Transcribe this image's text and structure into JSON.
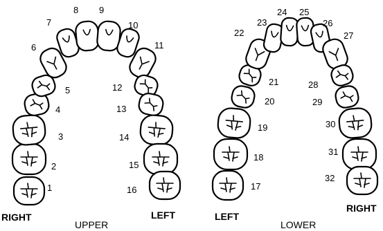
{
  "upper_arch": {
    "title": "UPPER",
    "right_label": "RIGHT",
    "left_label": "LEFT",
    "teeth": [
      {
        "number": "1",
        "type": "molar"
      },
      {
        "number": "2",
        "type": "molar"
      },
      {
        "number": "3",
        "type": "molar"
      },
      {
        "number": "4",
        "type": "premolar"
      },
      {
        "number": "5",
        "type": "premolar"
      },
      {
        "number": "6",
        "type": "canine"
      },
      {
        "number": "7",
        "type": "incisor"
      },
      {
        "number": "8",
        "type": "incisor"
      },
      {
        "number": "9",
        "type": "incisor"
      },
      {
        "number": "10",
        "type": "incisor"
      },
      {
        "number": "11",
        "type": "canine"
      },
      {
        "number": "12",
        "type": "premolar"
      },
      {
        "number": "13",
        "type": "premolar"
      },
      {
        "number": "14",
        "type": "molar"
      },
      {
        "number": "15",
        "type": "molar"
      },
      {
        "number": "16",
        "type": "molar"
      }
    ]
  },
  "lower_arch": {
    "title": "LOWER",
    "left_label": "LEFT",
    "right_label": "RIGHT",
    "teeth": [
      {
        "number": "17",
        "type": "molar"
      },
      {
        "number": "18",
        "type": "molar"
      },
      {
        "number": "19",
        "type": "molar"
      },
      {
        "number": "20",
        "type": "premolar"
      },
      {
        "number": "21",
        "type": "premolar"
      },
      {
        "number": "22",
        "type": "canine"
      },
      {
        "number": "23",
        "type": "incisor"
      },
      {
        "number": "24",
        "type": "incisor"
      },
      {
        "number": "25",
        "type": "incisor"
      },
      {
        "number": "26",
        "type": "incisor"
      },
      {
        "number": "27",
        "type": "canine"
      },
      {
        "number": "28",
        "type": "premolar"
      },
      {
        "number": "29",
        "type": "premolar"
      },
      {
        "number": "30",
        "type": "molar"
      },
      {
        "number": "31",
        "type": "molar"
      },
      {
        "number": "32",
        "type": "molar"
      }
    ]
  }
}
